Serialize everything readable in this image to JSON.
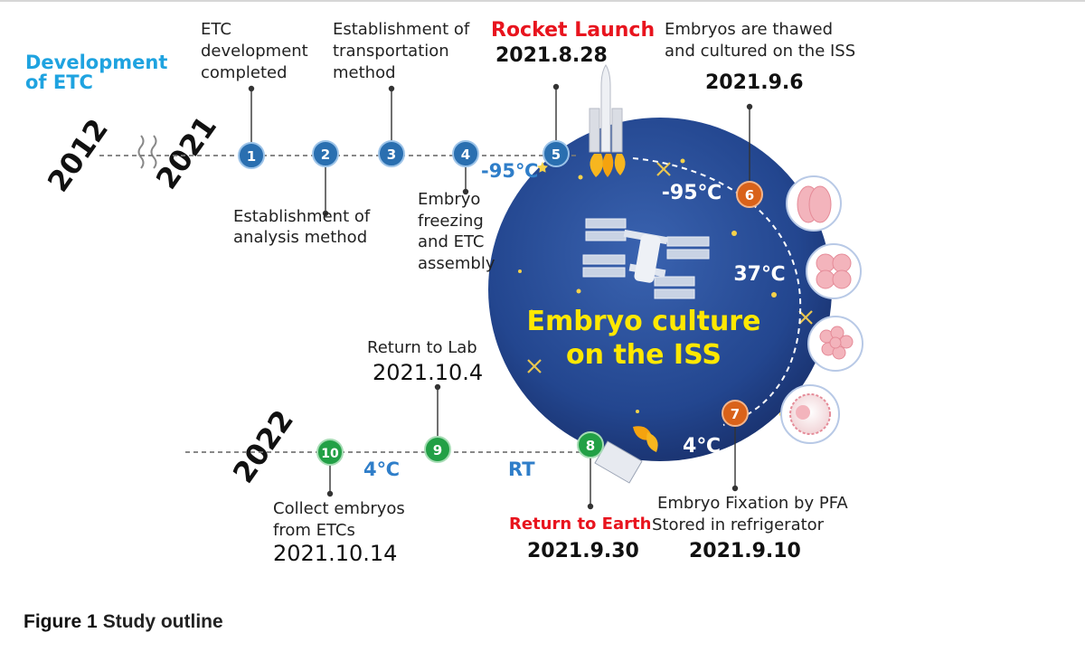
{
  "title": {
    "line1": "Development",
    "line2": "of ETC"
  },
  "years": {
    "y2012": "2012",
    "y2021": "2021",
    "y2022": "2022"
  },
  "steps": [
    {
      "num": "1",
      "lines": [
        "ETC",
        "development",
        "completed"
      ]
    },
    {
      "num": "2",
      "lines": [
        "Establishment of",
        "analysis method"
      ]
    },
    {
      "num": "3",
      "lines": [
        "Establishment of",
        "transportation",
        "method"
      ]
    },
    {
      "num": "4",
      "lines": [
        "Embryo",
        "freezing",
        "and ETC",
        "assembly"
      ]
    },
    {
      "num": "5",
      "heading": "Rocket Launch",
      "date": "2021.8.28"
    },
    {
      "num": "6",
      "lines": [
        "Embryos are thawed",
        "and cultured on the ISS"
      ],
      "date": "2021.9.6"
    },
    {
      "num": "7",
      "lines": [
        "Embryo Fixation by PFA",
        "Stored in refrigerator"
      ],
      "date": "2021.9.10"
    },
    {
      "num": "8",
      "heading": "Return to Earth",
      "date": "2021.9.30"
    },
    {
      "num": "9",
      "lines": [
        "Return to Lab"
      ],
      "date": "2021.10.4"
    },
    {
      "num": "10",
      "lines": [
        "Collect embryos",
        "from ETCs"
      ],
      "date": "2021.10.14"
    }
  ],
  "temps": {
    "launch": "-95℃",
    "space": "-95℃",
    "culture": "37℃",
    "fixed": "4℃",
    "return": "RT",
    "lab": "4℃"
  },
  "globe": {
    "line1": "Embryo culture",
    "line2": "on the ISS"
  },
  "caption": {
    "number": "Figure 1",
    "text": "Study outline"
  },
  "colors": {
    "blue_step": "#2a6fb0",
    "orange_step": "#d9621a",
    "green_step": "#22a046",
    "title_blue": "#1fa3e0",
    "red": "#e8141e",
    "globe": "#23468f",
    "temp_blue": "#2f7ec9"
  }
}
